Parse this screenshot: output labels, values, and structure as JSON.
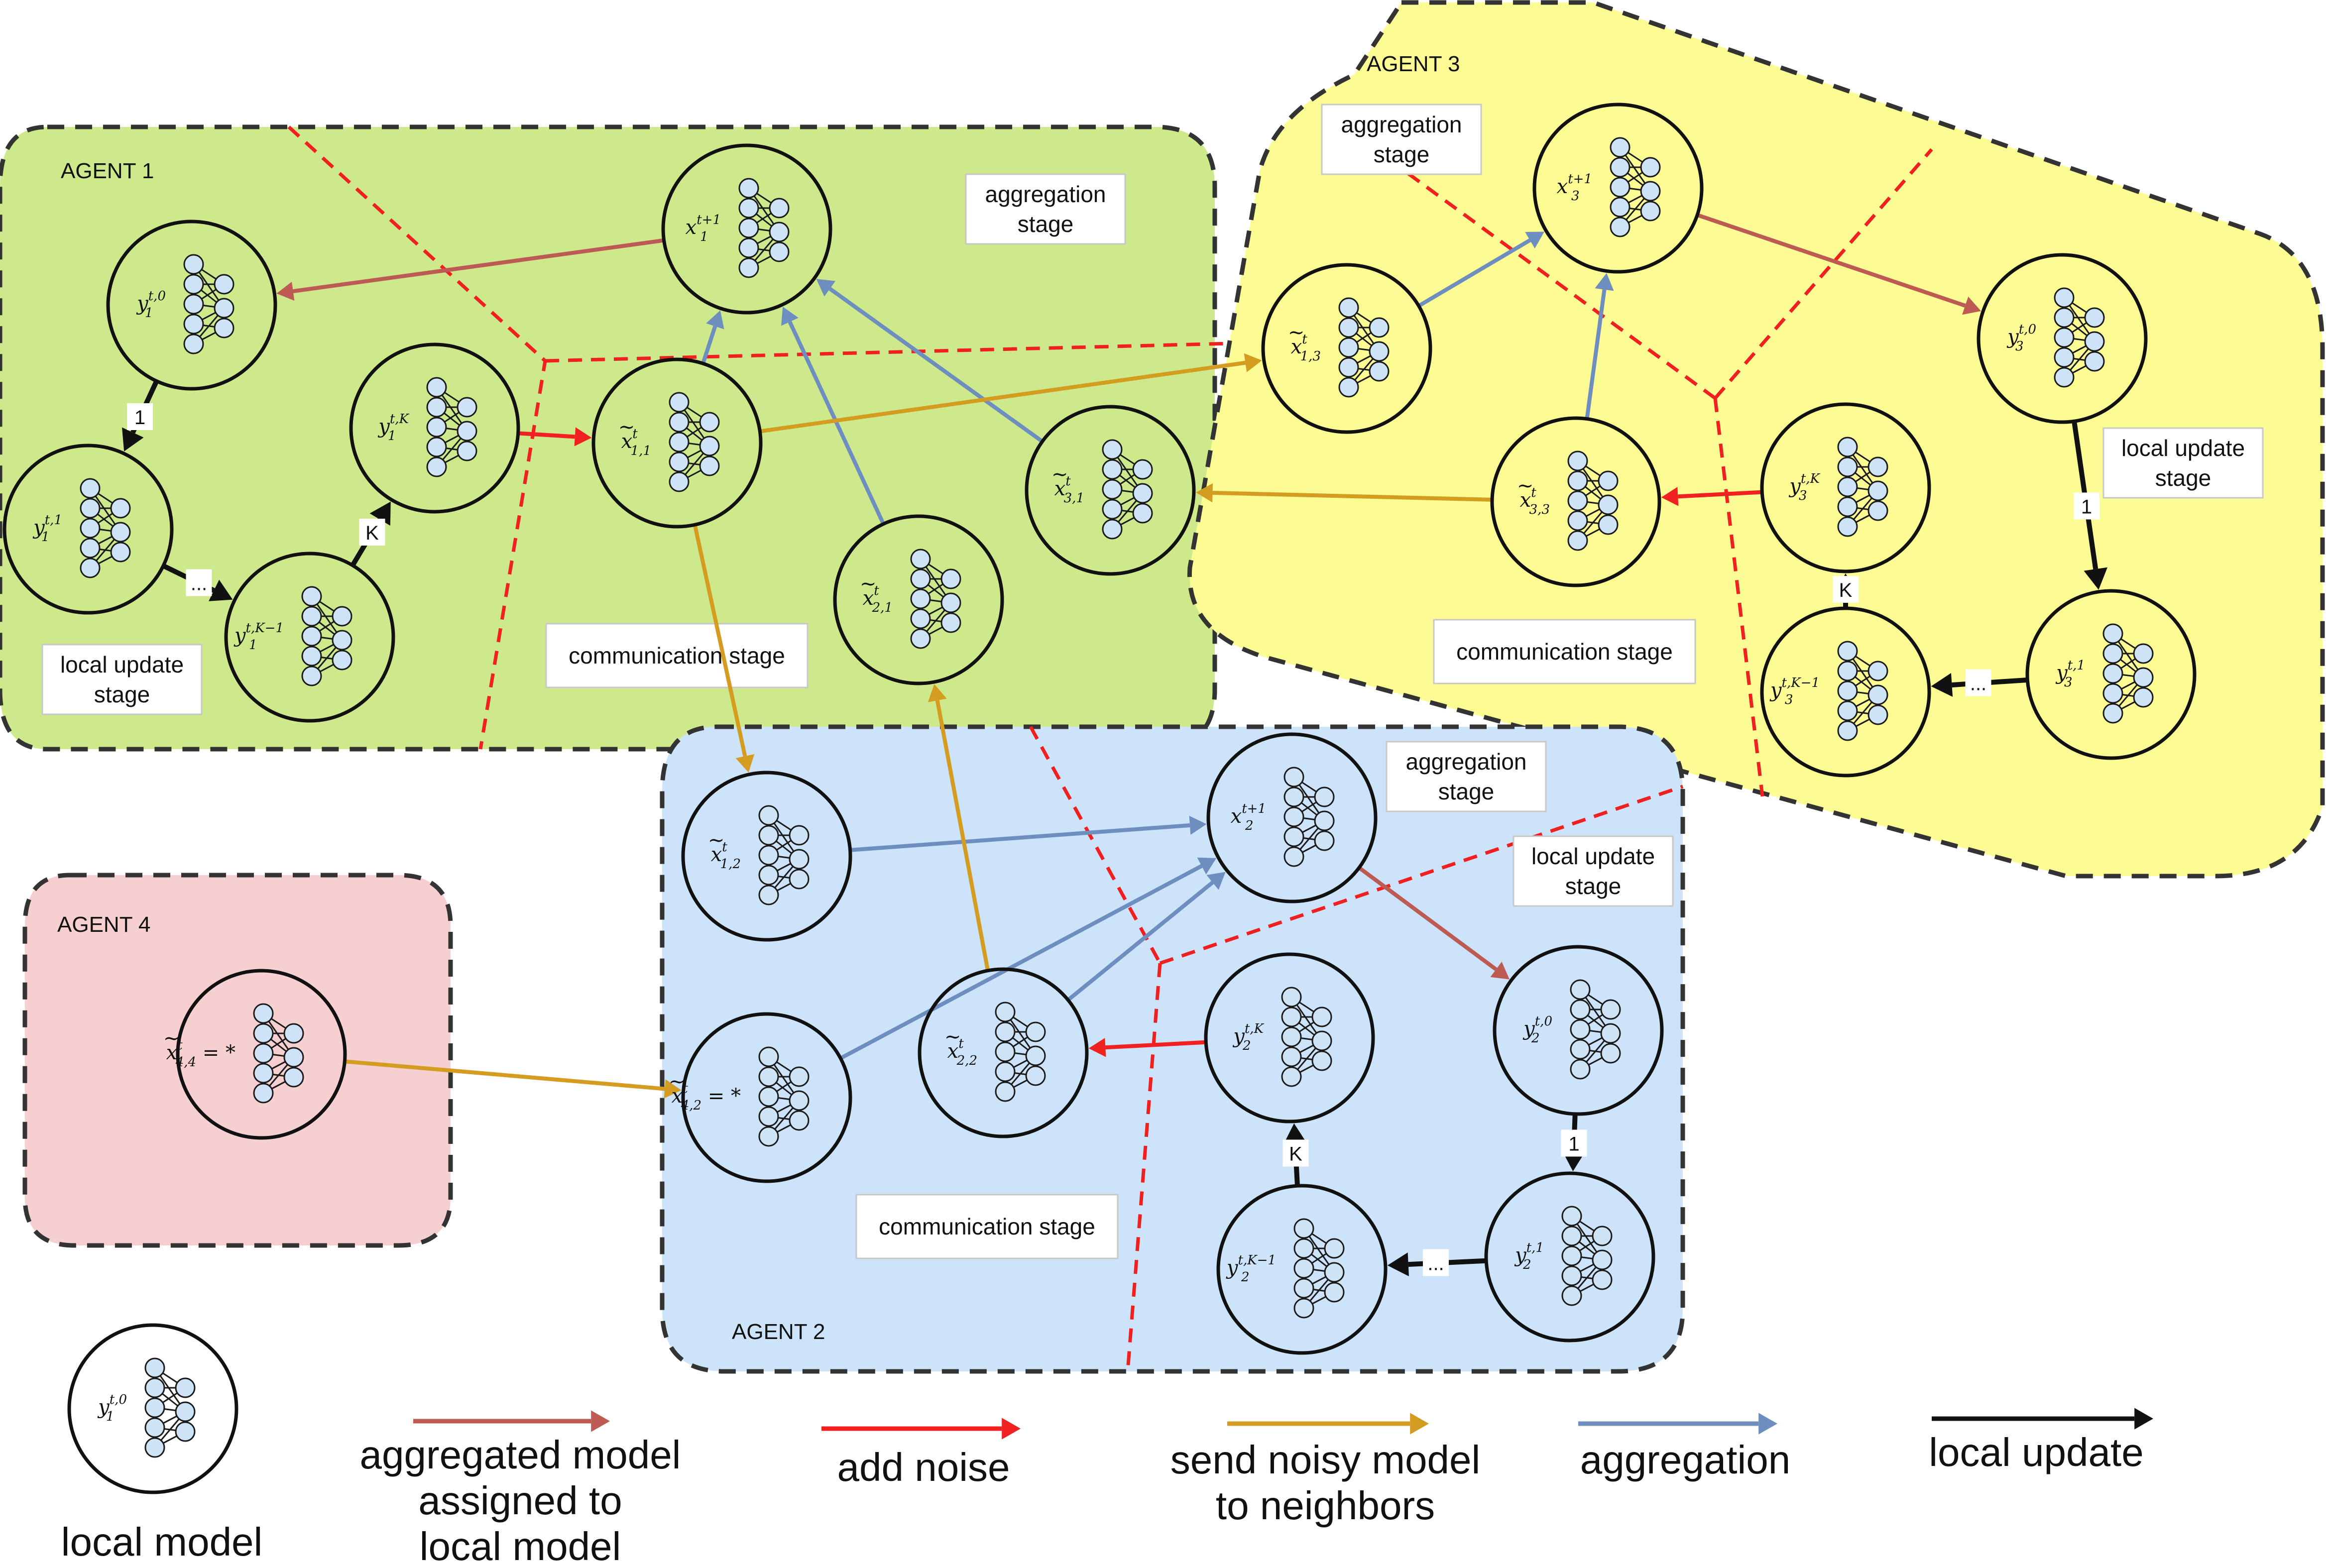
{
  "agents": [
    {
      "label": "AGENT 1",
      "fill": "#cde98b"
    },
    {
      "label": "AGENT 2",
      "fill": "#cce3f9"
    },
    {
      "label": "AGENT 3",
      "fill": "#fdfb93"
    },
    {
      "label": "AGENT 4",
      "fill": "#f6cfd0"
    }
  ],
  "stages": {
    "a1_aggregation": [
      "aggregation",
      "stage"
    ],
    "a1_local": [
      "local update",
      "stage"
    ],
    "a1_comm": [
      "communication stage"
    ],
    "a3_aggregation": [
      "aggregation",
      "stage"
    ],
    "a3_local": [
      "local update",
      "stage"
    ],
    "a3_comm": [
      "communication stage"
    ],
    "a2_aggregation": [
      "aggregation",
      "stage"
    ],
    "a2_local": [
      "local update",
      "stage"
    ],
    "a2_comm": [
      "communication stage"
    ]
  },
  "nodes": {
    "a1_y0": {
      "base": "y",
      "tilde": false,
      "sub": "1",
      "sup": "t,0"
    },
    "a1_y1": {
      "base": "y",
      "tilde": false,
      "sub": "1",
      "sup": "t,1"
    },
    "a1_yK1": {
      "base": "y",
      "tilde": false,
      "sub": "1",
      "sup": "t,K−1"
    },
    "a1_yK": {
      "base": "y",
      "tilde": false,
      "sub": "1",
      "sup": "t,K"
    },
    "a1_x11": {
      "base": "x",
      "tilde": true,
      "sub": "1,1",
      "sup": "t"
    },
    "a1_xnew": {
      "base": "x",
      "tilde": false,
      "sub": "1",
      "sup": "t+1"
    },
    "a1_x21": {
      "base": "x",
      "tilde": true,
      "sub": "2,1",
      "sup": "t"
    },
    "a1_x31": {
      "base": "x",
      "tilde": true,
      "sub": "3,1",
      "sup": "t"
    },
    "a3_x13": {
      "base": "x",
      "tilde": true,
      "sub": "1,3",
      "sup": "t"
    },
    "a3_xnew": {
      "base": "x",
      "tilde": false,
      "sub": "3",
      "sup": "t+1"
    },
    "a3_x33": {
      "base": "x",
      "tilde": true,
      "sub": "3,3",
      "sup": "t"
    },
    "a3_y0": {
      "base": "y",
      "tilde": false,
      "sub": "3",
      "sup": "t,0"
    },
    "a3_yK": {
      "base": "y",
      "tilde": false,
      "sub": "3",
      "sup": "t,K"
    },
    "a3_yK1": {
      "base": "y",
      "tilde": false,
      "sub": "3",
      "sup": "t,K−1"
    },
    "a3_y1": {
      "base": "y",
      "tilde": false,
      "sub": "3",
      "sup": "t,1"
    },
    "a2_x12": {
      "base": "x",
      "tilde": true,
      "sub": "1,2",
      "sup": "t"
    },
    "a2_xnew": {
      "base": "x",
      "tilde": false,
      "sub": "2",
      "sup": "t+1"
    },
    "a2_x22": {
      "base": "x",
      "tilde": true,
      "sub": "2,2",
      "sup": "t"
    },
    "a2_x42": {
      "base": "x",
      "tilde": true,
      "sub": "4,2",
      "sup": "t",
      "suffix": " = *"
    },
    "a2_yK": {
      "base": "y",
      "tilde": false,
      "sub": "2",
      "sup": "t,K"
    },
    "a2_y0": {
      "base": "y",
      "tilde": false,
      "sub": "2",
      "sup": "t,0"
    },
    "a2_y1": {
      "base": "y",
      "tilde": false,
      "sub": "2",
      "sup": "t,1"
    },
    "a2_yK1": {
      "base": "y",
      "tilde": false,
      "sub": "2",
      "sup": "t,K−1"
    },
    "a4_x44": {
      "base": "x",
      "tilde": true,
      "sub": "4,4",
      "sup": "t",
      "suffix": " = *"
    },
    "legend_node": {
      "base": "y",
      "tilde": false,
      "sub": "1",
      "sup": "t,0"
    }
  },
  "edge_labels": {
    "one": "1",
    "K": "K",
    "dots": "..."
  },
  "legend": [
    {
      "type": "assign",
      "lines": [
        "aggregated model",
        "assigned to",
        "local model"
      ]
    },
    {
      "type": "noise",
      "lines": [
        "add noise"
      ]
    },
    {
      "type": "send",
      "lines": [
        "send noisy model",
        "to neighbors"
      ]
    },
    {
      "type": "aggregate",
      "lines": [
        "aggregation"
      ]
    },
    {
      "type": "local",
      "lines": [
        "local update"
      ]
    }
  ],
  "legend_node_label": "local model",
  "colors": {
    "assign": "#bd5a54",
    "noise": "#f22121",
    "send": "#d49c21",
    "aggregate": "#6e8ebf",
    "local": "#111111",
    "divider": "#f02020"
  }
}
